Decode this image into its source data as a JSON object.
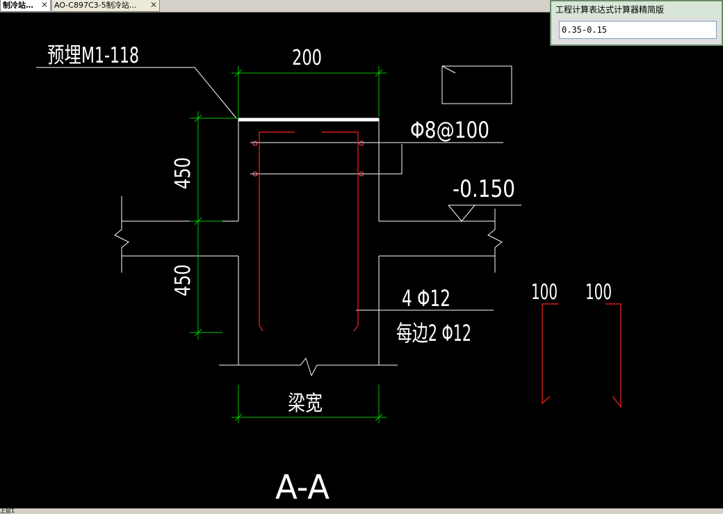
{
  "tabs": [
    {
      "label": "制冷站…",
      "active": true
    },
    {
      "label": "AO-C897C3-5制冷站…",
      "active": false
    }
  ],
  "tab_close_glyph": "✕",
  "calculator": {
    "title": "工程计算表达式计算器精简版",
    "expression": "0.35-0.15"
  },
  "drawing": {
    "embedded_label": "预埋M1-118",
    "top_width_dim": "200",
    "upper_height_dim": "450",
    "lower_height_dim": "450",
    "stirrup_label": "Φ8@100",
    "elevation_label": "-0.150",
    "main_bar_label": "4 Φ12",
    "each_side_label": "每边2 Φ12",
    "beam_width_label": "梁宽",
    "section_label": "A-A",
    "detail_dim_left": "100",
    "detail_dim_right": "100"
  },
  "colors": {
    "background": "#000000",
    "lines": "#ffffff",
    "dimension": "#00c800",
    "rebar": "#ff2020",
    "rebar_dot": "#ff6060"
  },
  "status_text": "上层1"
}
